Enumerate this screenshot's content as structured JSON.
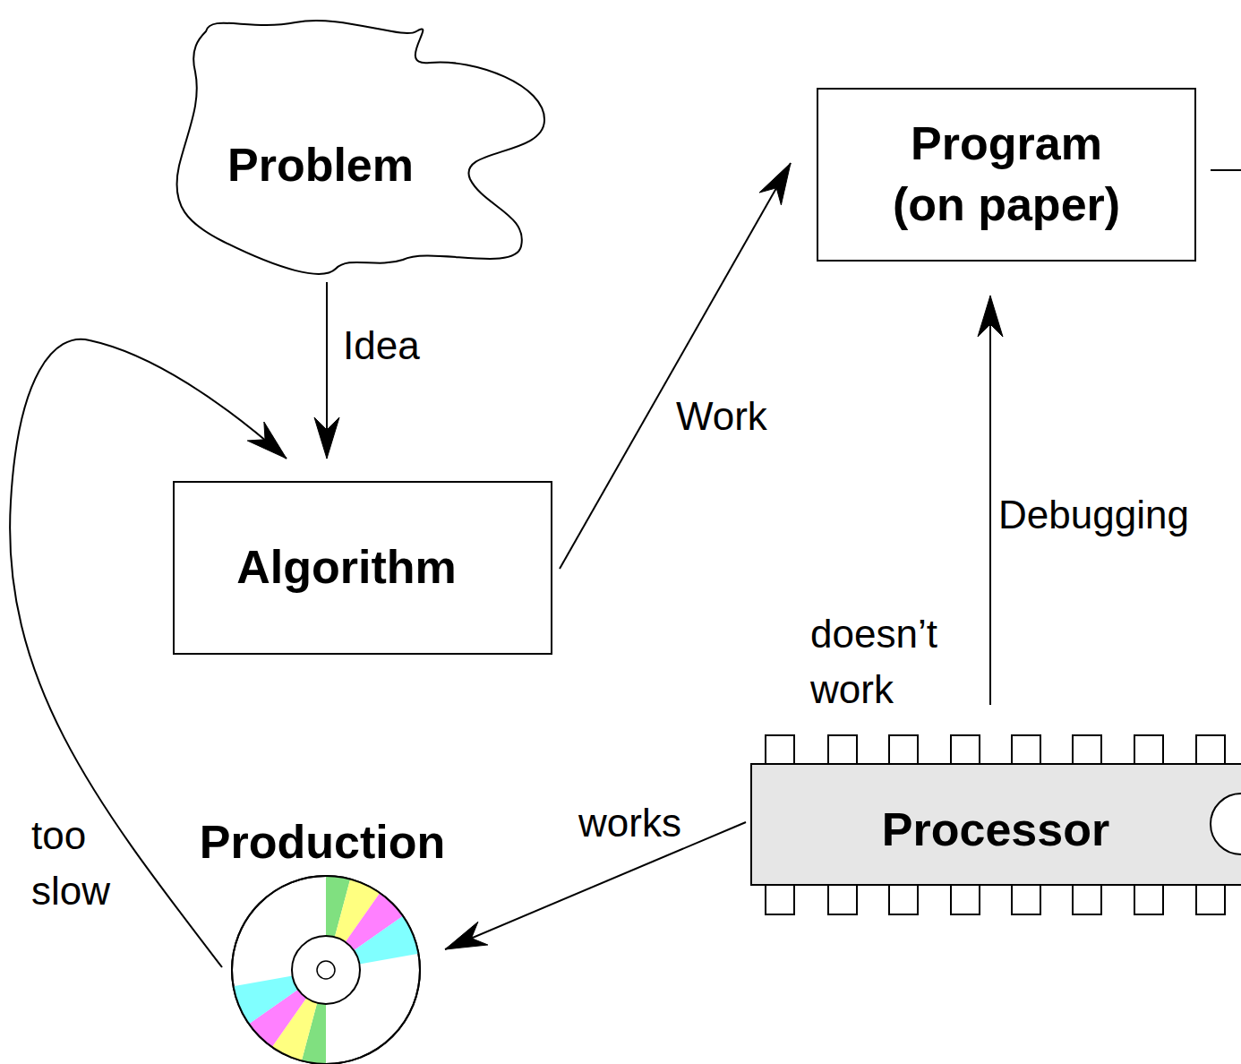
{
  "diagram": {
    "nodes": [
      {
        "text": [
          "Problem"
        ]
      },
      {
        "text": [
          "Program (on paper)"
        ]
      },
      {
        "text": [
          "Algorithm"
        ]
      },
      {
        "text": [
          "Processor"
        ]
      },
      {
        "text": [
          "Production"
        ]
      }
    ],
    "edges": [
      {
        "from": 0,
        "to": 2,
        "label": "Idea",
        "arrow": "to"
      },
      {
        "from": 2,
        "to": 1,
        "label": "Work",
        "arrow": "to"
      },
      {
        "from": 3,
        "to": 1,
        "label": "Debugging",
        "arrow": "to"
      },
      {
        "from": 3,
        "to": 4,
        "label": "works",
        "arrow": "to"
      },
      {
        "from": 4,
        "to": 2,
        "label": "too slow",
        "arrow": "to"
      }
    ],
    "labels": [
      "doesn’t work"
    ]
  }
}
